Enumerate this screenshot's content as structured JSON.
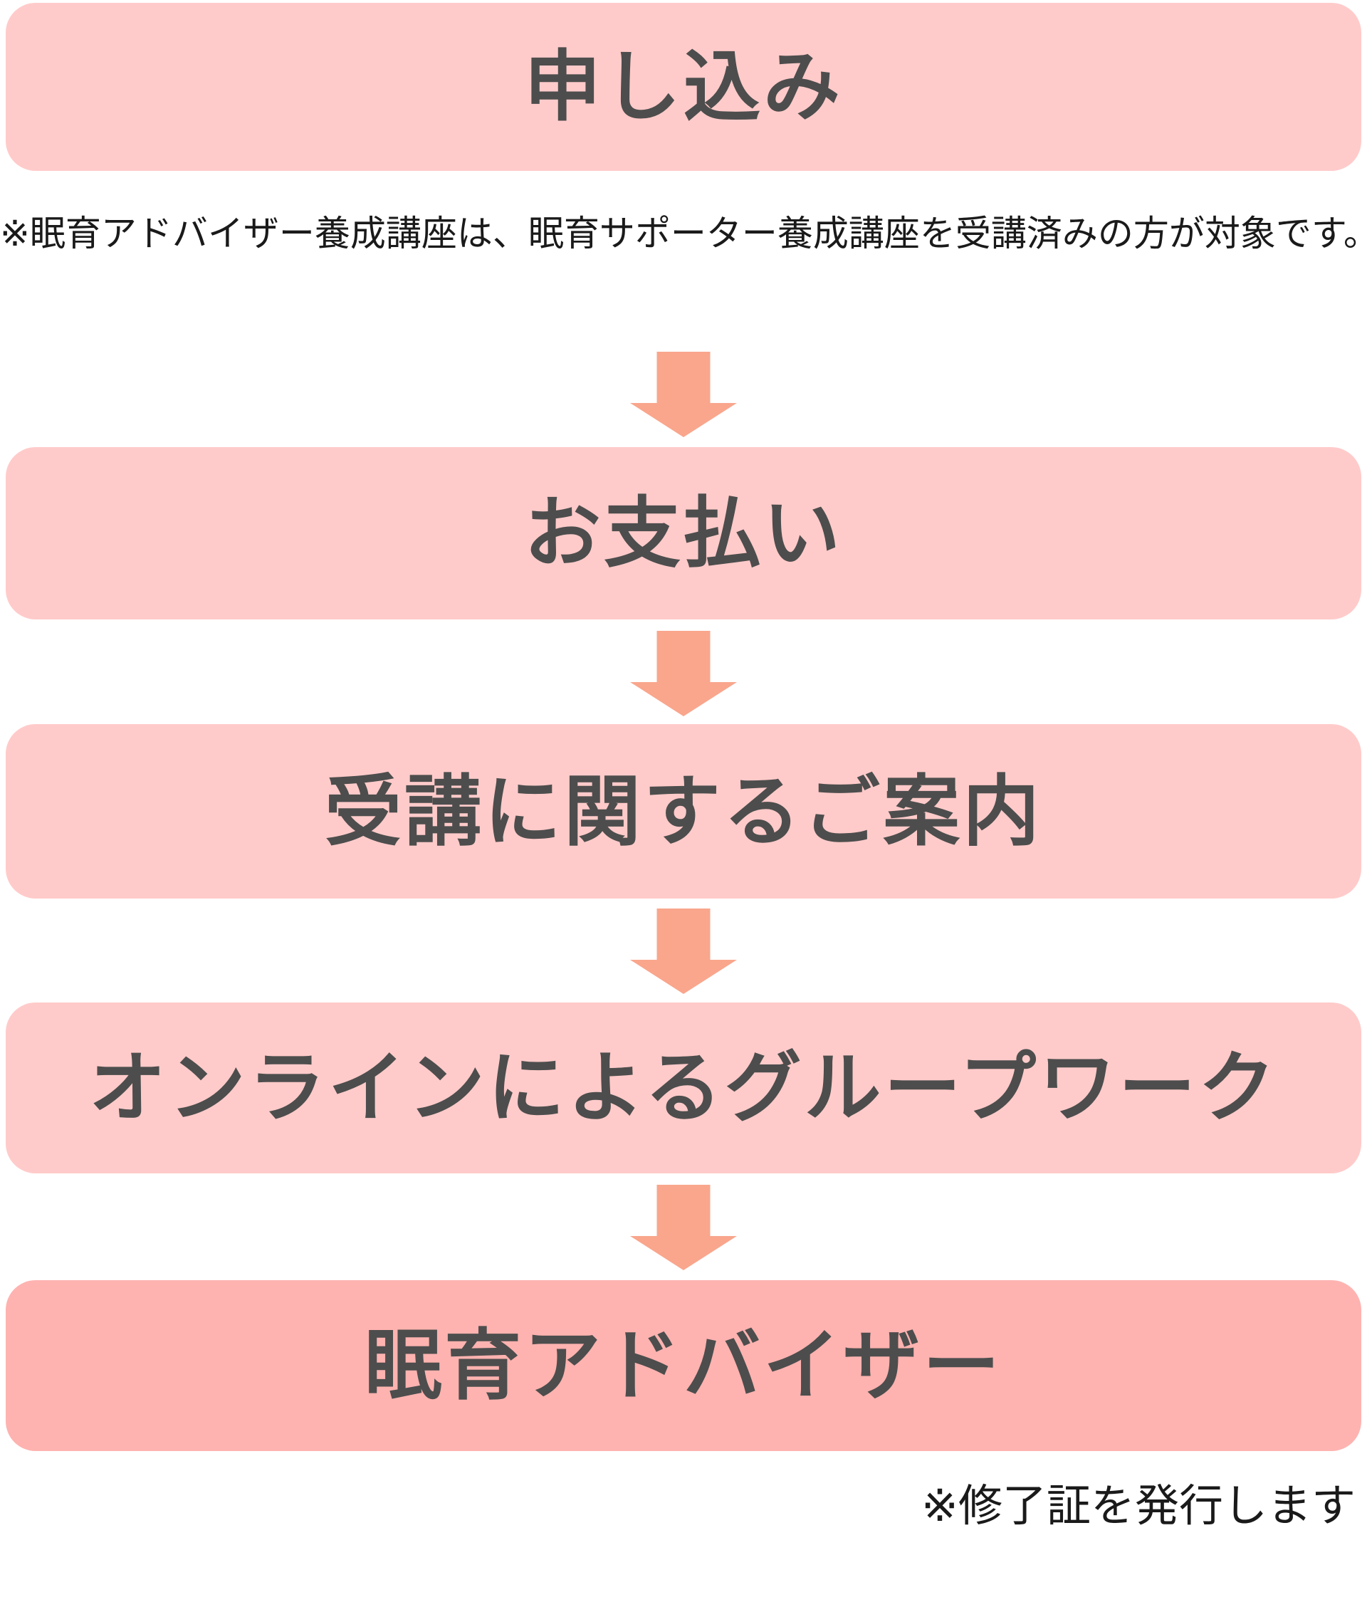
{
  "flow": {
    "title_note": "※眠育アドバイザー養成講座は、眠育サポーター養成講座を受講済みの方が対象です。",
    "footer_note": "※修了証を発行します",
    "steps": [
      {
        "label": "申し込み",
        "variant": "light"
      },
      {
        "label": "お支払い",
        "variant": "light"
      },
      {
        "label": "受講に関するご案内",
        "variant": "light"
      },
      {
        "label": "オンラインによるグループワーク",
        "variant": "light"
      },
      {
        "label": "眠育アドバイザー",
        "variant": "dark"
      }
    ],
    "colors": {
      "page_bg": "#FFFFFF",
      "box_light": "#FFCBCA",
      "box_dark": "#FEB3B0",
      "arrow": "#F9A68D",
      "box_text": "#4D4D4D",
      "note_text": "#1A1A1A"
    }
  }
}
